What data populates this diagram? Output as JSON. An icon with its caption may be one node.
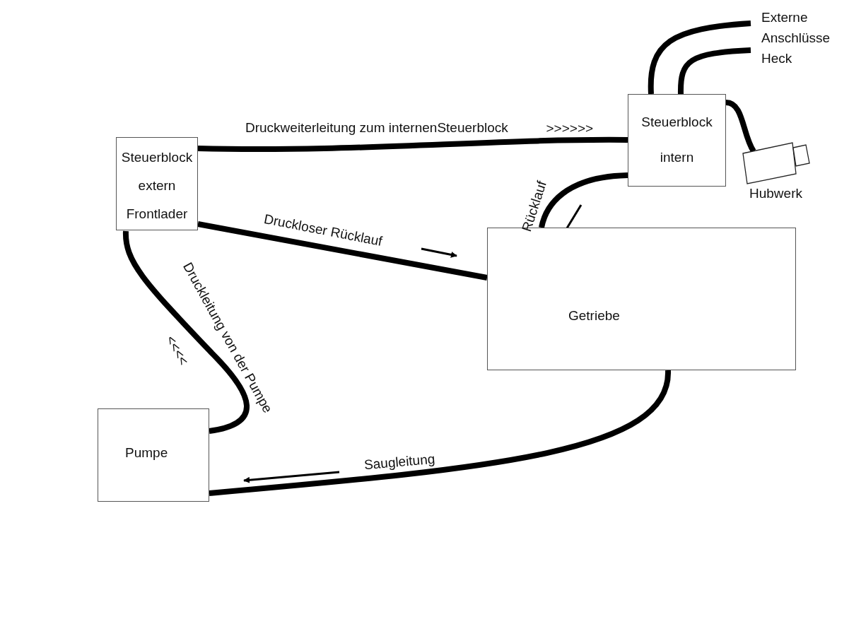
{
  "diagram": {
    "nodes": [
      {
        "text": [
          "Steuerblock extern Frontlader"
        ]
      },
      {
        "text": [
          "Steuerblock intern"
        ]
      },
      {
        "text": [
          "Getriebe"
        ]
      },
      {
        "text": [
          "Pumpe"
        ]
      },
      {
        "text": [
          "Hubwerk"
        ]
      },
      {
        "text": [
          "Externe Anschlüsse Heck"
        ]
      }
    ],
    "edges": [
      {
        "from": 3,
        "to": 0,
        "arrow": "none",
        "label": "Druckleitung von der Pumpe"
      },
      {
        "from": 0,
        "to": 1,
        "arrow": "none",
        "label": "Druckweiterleitung zum internenSteuerblock"
      },
      {
        "from": 0,
        "to": 2,
        "arrow": "none",
        "label": "Druckloser Rücklauf"
      },
      {
        "from": 1,
        "to": 2,
        "arrow": "none",
        "label": "Rücklauf"
      },
      {
        "from": 2,
        "to": 3,
        "arrow": "none",
        "label": "Saugleitung"
      },
      {
        "from": 1,
        "to": 5,
        "arrow": "none"
      },
      {
        "from": 1,
        "to": 5,
        "arrow": "none"
      },
      {
        "from": 1,
        "to": 4,
        "arrow": "none"
      }
    ],
    "labels": [
      ">>>>>>",
      "<<<<"
    ]
  }
}
